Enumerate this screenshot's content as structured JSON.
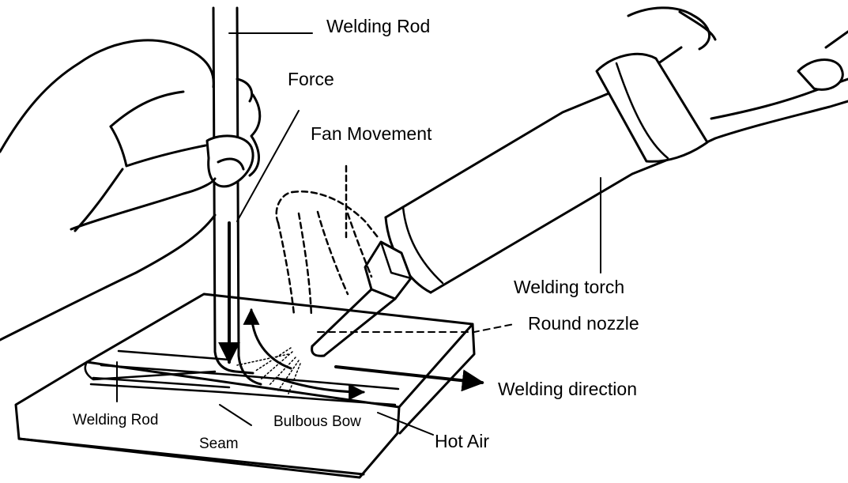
{
  "diagram": {
    "labels": {
      "welding_rod_top": "Welding Rod",
      "force": "Force",
      "fan_movement": "Fan Movement",
      "welding_torch": "Welding torch",
      "round_nozzle": "Round nozzle",
      "welding_direction": "Welding direction",
      "welding_rod_bottom": "Welding Rod",
      "seam": "Seam",
      "bulbous_bow": "Bulbous Bow",
      "hot_air": "Hot Air"
    },
    "colors": {
      "ink": "#000000",
      "paper": "#ffffff"
    }
  }
}
